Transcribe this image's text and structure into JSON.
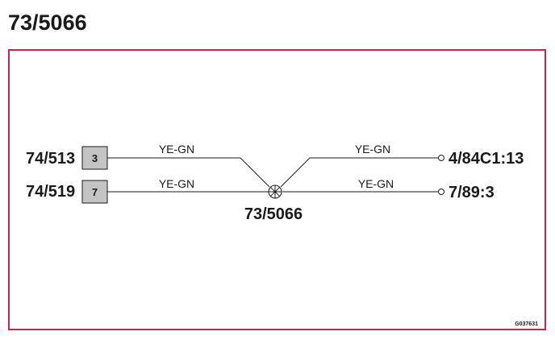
{
  "title": "73/5066",
  "frame_color": "#c8234a",
  "pin_fill": "#c4c4c4",
  "left_connectors": [
    {
      "label": "74/513",
      "pin": "3"
    },
    {
      "label": "74/519",
      "pin": "7"
    }
  ],
  "right_terminals": [
    {
      "label": "4/84C1:13"
    },
    {
      "label": "7/89:3"
    }
  ],
  "wires": [
    {
      "color_code": "YE-GN"
    },
    {
      "color_code": "YE-GN"
    },
    {
      "color_code": "YE-GN"
    },
    {
      "color_code": "YE-GN"
    }
  ],
  "splice": {
    "label": "73/5066",
    "icon": "splice-junction-icon"
  },
  "figure_ref": "G037631"
}
